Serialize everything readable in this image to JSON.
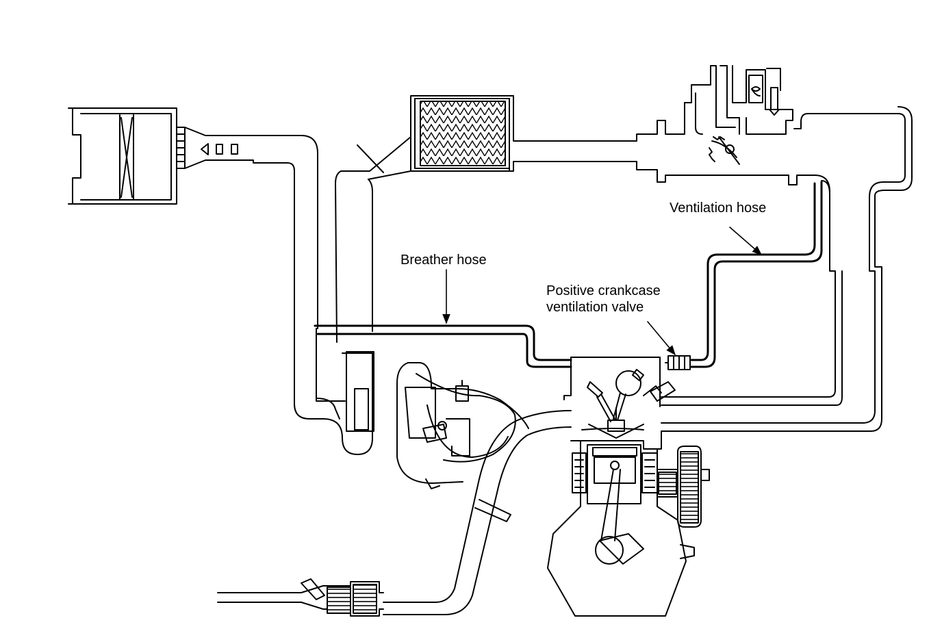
{
  "labels": {
    "ventilation_hose": "Ventilation hose",
    "breather_hose": "Breather hose",
    "pcv_valve_line1": "Positive crankcase",
    "pcv_valve_line2": "ventilation valve"
  },
  "colors": {
    "line": "#000000",
    "background": "#ffffff"
  }
}
